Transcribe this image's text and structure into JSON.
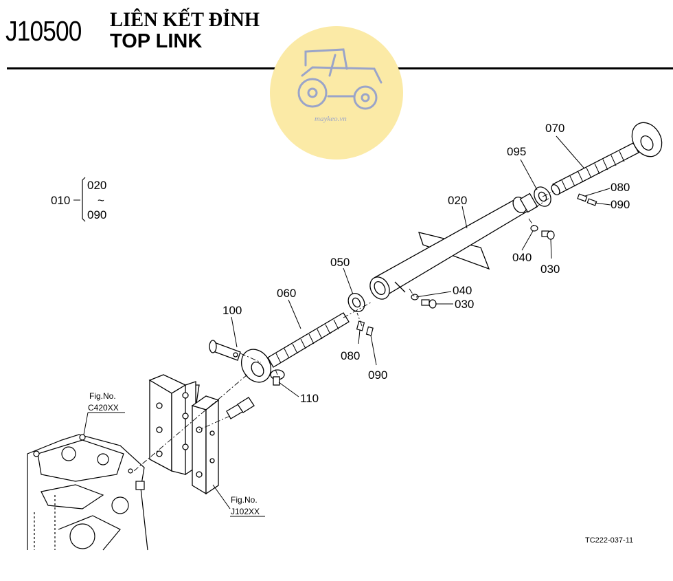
{
  "header": {
    "code": "J10500",
    "title_vi": "LIÊN KẾT ĐỈNH",
    "title_en": "TOP LINK"
  },
  "watermark": {
    "text": "maykeo.vn",
    "circle_color": "#fbeaa6",
    "drawing_color": "#9aa4c9"
  },
  "assembly": {
    "code": "010",
    "range_start": "020",
    "range_sep": "~",
    "range_end": "090"
  },
  "part_labels": {
    "p070": "070",
    "p095": "095",
    "p080a": "080",
    "p090a": "090",
    "p020": "020",
    "p040a": "040",
    "p030a": "030",
    "p050": "050",
    "p040b": "040",
    "p030b": "030",
    "p060": "060",
    "p100": "100",
    "p080b": "080",
    "p090b": "090",
    "p110": "110"
  },
  "figure_refs": {
    "a": {
      "label": "Fig.No.",
      "code": "C420XX"
    },
    "b": {
      "label": "Fig.No.",
      "code": "J102XX"
    }
  },
  "drawing_number": "TC222-037-11"
}
